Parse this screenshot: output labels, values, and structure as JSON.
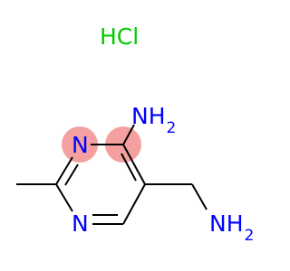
{
  "colors": {
    "background": "#ffffff",
    "bond": "#000000",
    "heteroatom": "#0000ff",
    "chlorine": "#00cc00",
    "highlight": "#f5a0a0"
  },
  "salt": {
    "label": "HCl"
  },
  "atoms": {
    "n_ring_top": "N",
    "n_ring_bottom": "N",
    "amine_top": {
      "base": "NH",
      "subscript": "2"
    },
    "amine_side": {
      "base": "NH",
      "subscript": "2"
    }
  },
  "highlighted_atoms": [
    "n_ring_top",
    "ring_c_amine"
  ]
}
